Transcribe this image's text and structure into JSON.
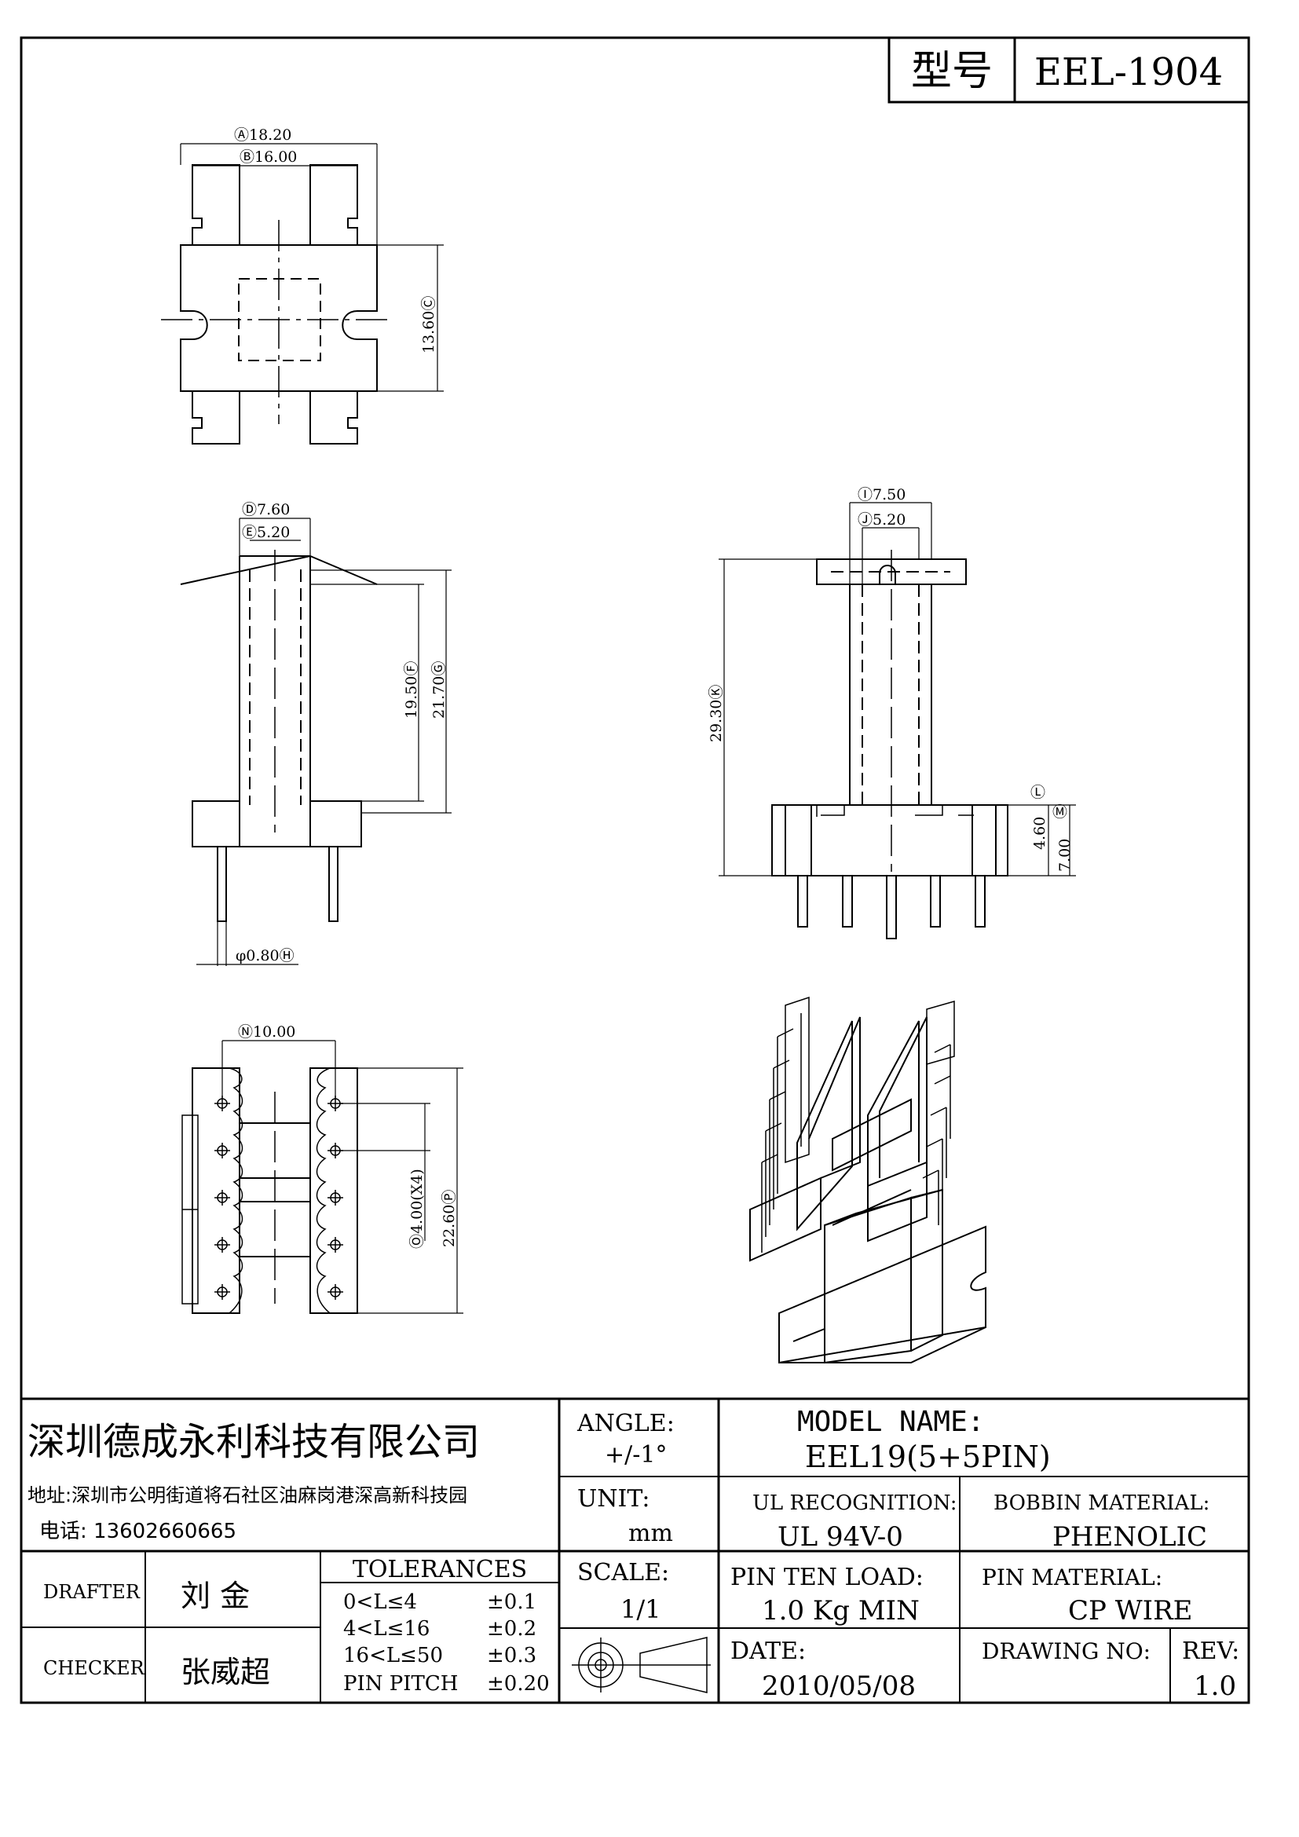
{
  "header": {
    "type_label": "型号",
    "model": "EEL-1904"
  },
  "dims": {
    "A": "Ⓐ18.20",
    "B": "Ⓑ16.00",
    "C": "13.60Ⓒ",
    "D": "Ⓓ7.60",
    "E": "Ⓔ5.20",
    "F": "19.50Ⓕ",
    "G": "21.70Ⓖ",
    "H": "φ0.80Ⓗ",
    "I": "Ⓘ7.50",
    "J": "Ⓙ5.20",
    "K": "29.30Ⓚ",
    "L": "Ⓛ",
    "L_val": "4.60",
    "M": "Ⓜ",
    "M_val": "7.00",
    "N": "Ⓝ10.00",
    "O": "Ⓞ4.00(X4)",
    "P": "22.60Ⓟ"
  },
  "company": {
    "name": "深圳德成永利科技有限公司",
    "address": "地址:深圳市公明街道将石社区油麻岗港深高新科技园",
    "phone": "电话: 13602660665"
  },
  "people": {
    "drafter_label": "DRAFTER",
    "drafter": "刘 金",
    "checker_label": "CHECKER",
    "checker": "张威超"
  },
  "tolerances": {
    "title": "TOLERANCES",
    "rows": [
      {
        "range": "0<L≤4",
        "value": "±0.1"
      },
      {
        "range": "4<L≤16",
        "value": "±0.2"
      },
      {
        "range": "16<L≤50",
        "value": "±0.3"
      },
      {
        "range": "PIN PITCH",
        "value": "±0.20"
      }
    ]
  },
  "fields": {
    "angle_label": "ANGLE:",
    "angle_value": "+/-1°",
    "unit_label": "UNIT:",
    "unit_value": "mm",
    "scale_label": "SCALE:",
    "scale_value": "1/1",
    "model_name_label": "MODEL NAME:",
    "model_name_value": "EEL19(5+5PIN)",
    "ul_label": "UL RECOGNITION:",
    "ul_value": "UL 94V-0",
    "bobbin_label": "BOBBIN MATERIAL:",
    "bobbin_value": "PHENOLIC",
    "pin_ten_label": "PIN TEN LOAD:",
    "pin_ten_value": "1.0 Kg MIN",
    "pin_mat_label": "PIN MATERIAL:",
    "pin_mat_value": "CP WIRE",
    "date_label": "DATE:",
    "date_value": "2010/05/08",
    "drawing_no_label": "DRAWING NO:",
    "rev_label": "REV:",
    "rev_value": "1.0"
  }
}
